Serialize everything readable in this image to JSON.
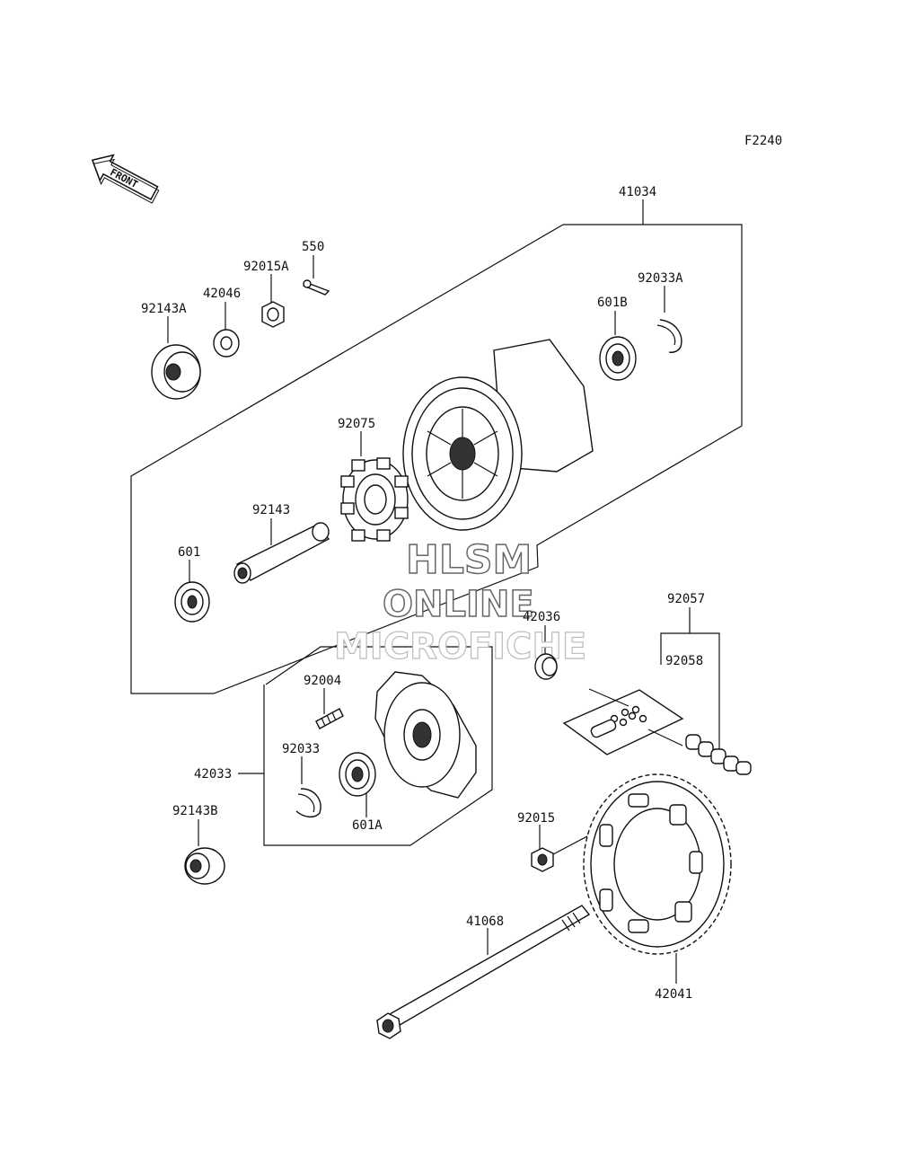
{
  "figure_code": "F2240",
  "front_arrow": "FRONT",
  "watermark": {
    "line1": "HLSM",
    "line2": "ONLINE",
    "line3": "MICROFICHE"
  },
  "labels": {
    "p41034": "41034",
    "p550": "550",
    "p92015A": "92015A",
    "p42046": "42046",
    "p92143A": "92143A",
    "p601B": "601B",
    "p92033A": "92033A",
    "p92075": "92075",
    "p92143": "92143",
    "p601": "601",
    "p42036": "42036",
    "p92057": "92057",
    "p92058": "92058",
    "p92004": "92004",
    "p92033": "92033",
    "p42033": "42033",
    "p601A": "601A",
    "p92143B": "92143B",
    "p92015": "92015",
    "p41068": "41068",
    "p42041": "42041"
  }
}
